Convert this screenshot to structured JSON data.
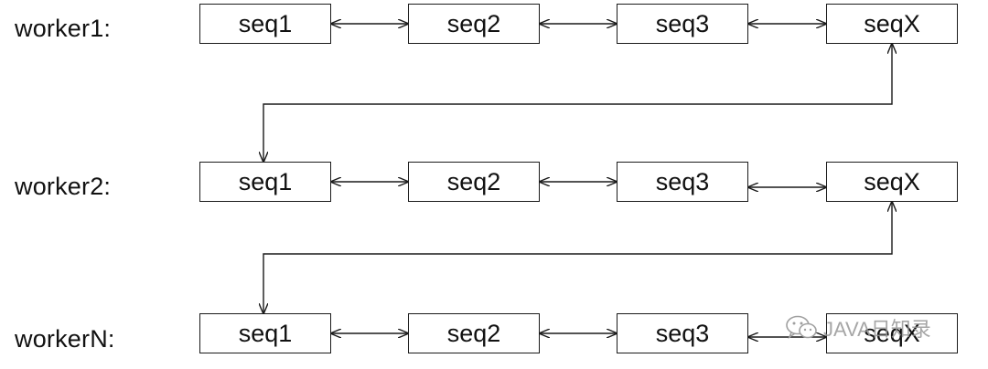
{
  "workers": [
    {
      "label": "worker1:",
      "seqs": [
        "seq1",
        "seq2",
        "seq3",
        "seqX"
      ]
    },
    {
      "label": "worker2:",
      "seqs": [
        "seq1",
        "seq2",
        "seq3",
        "seqX"
      ]
    },
    {
      "label": "workerN:",
      "seqs": [
        "seq1",
        "seq2",
        "seq3",
        "seqX"
      ]
    }
  ],
  "watermark": {
    "text": "JAVA日知录",
    "icon": "wechat-icon"
  },
  "colors": {
    "line": "#1a1a1a",
    "watermark": "#969696"
  }
}
